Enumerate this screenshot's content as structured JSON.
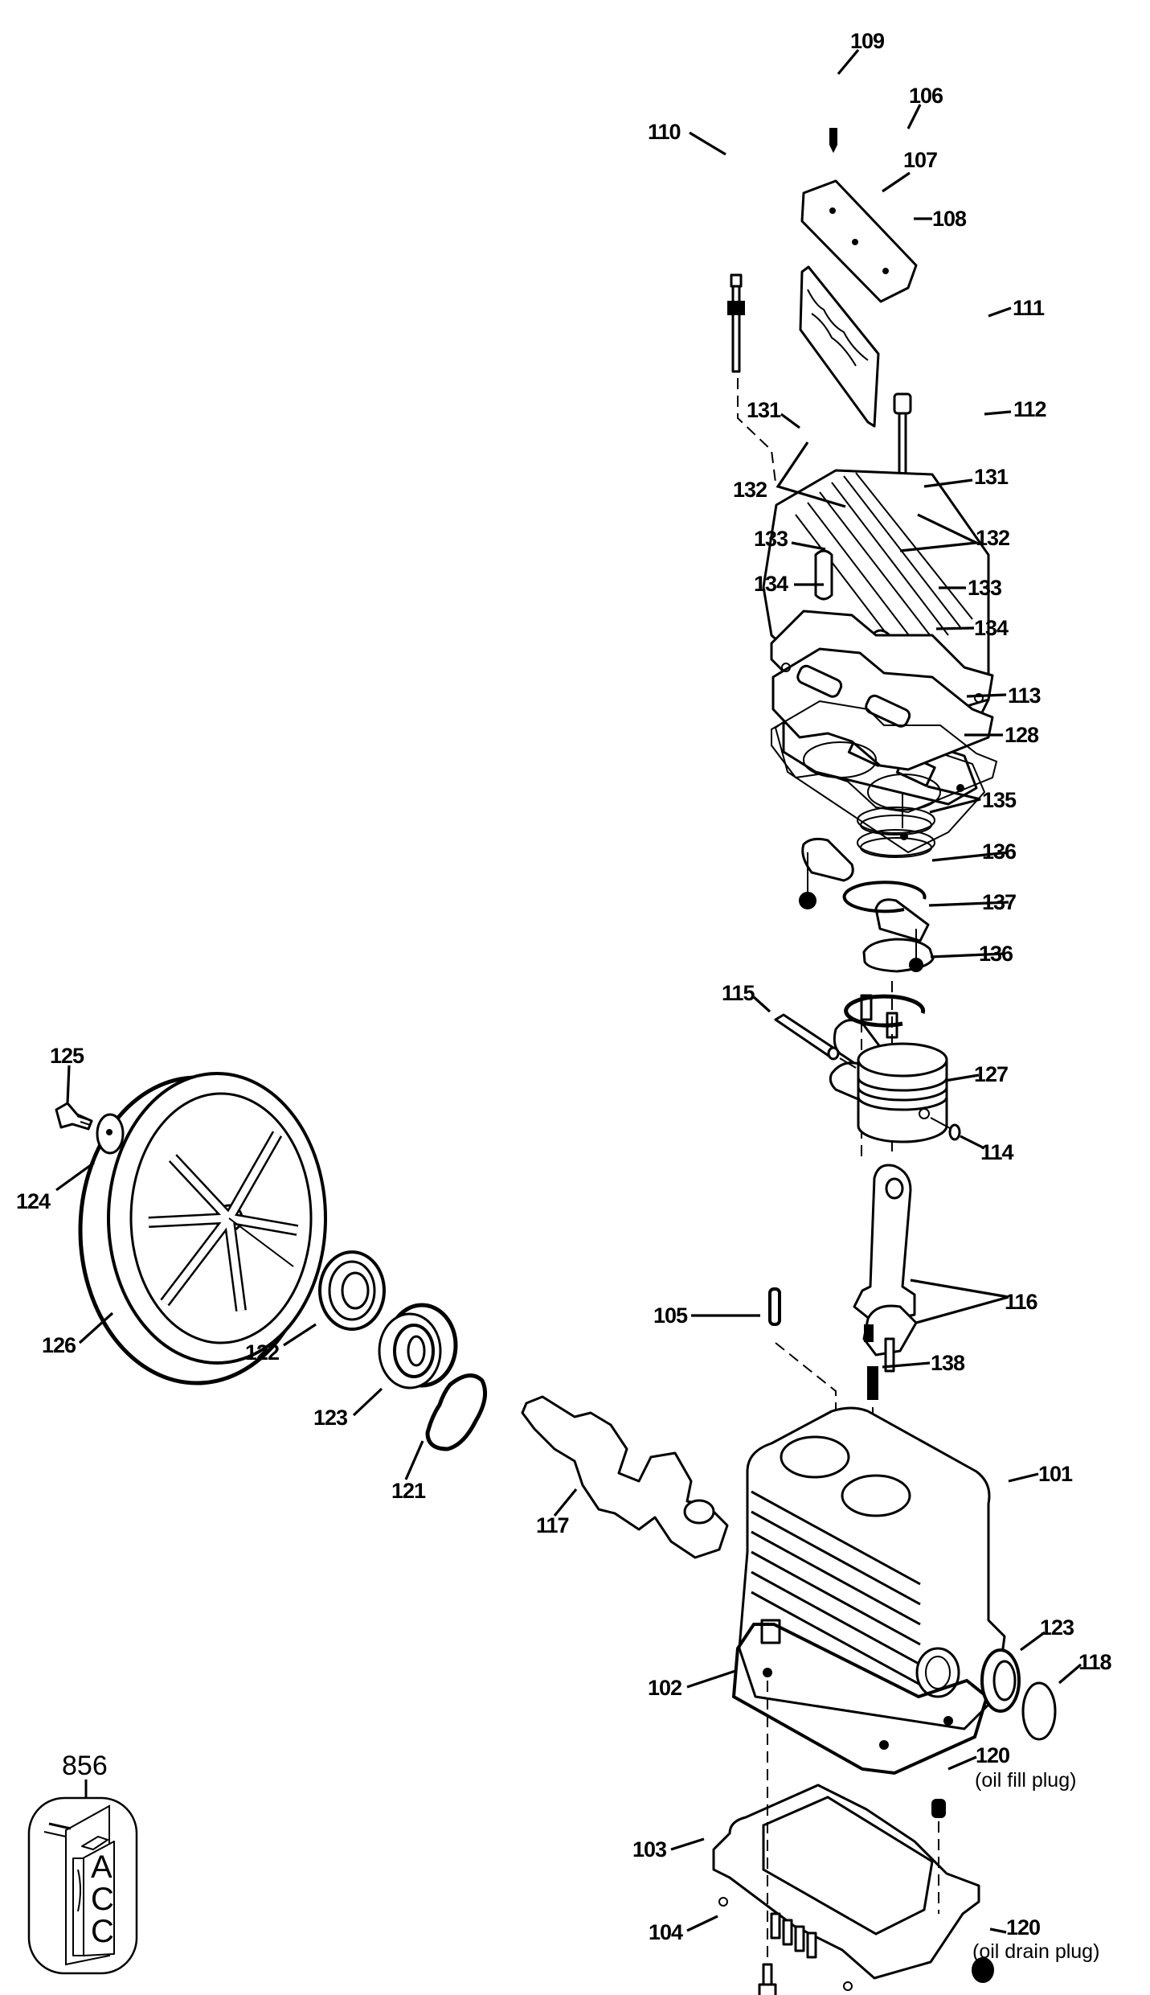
{
  "diagram": {
    "title": "Air compressor pump exploded parts diagram",
    "callouts": [
      {
        "id": "109",
        "label": "109"
      },
      {
        "id": "106",
        "label": "106"
      },
      {
        "id": "110",
        "label": "110"
      },
      {
        "id": "107",
        "label": "107"
      },
      {
        "id": "108",
        "label": "108"
      },
      {
        "id": "111",
        "label": "111"
      },
      {
        "id": "112",
        "label": "112"
      },
      {
        "id": "131a",
        "label": "131"
      },
      {
        "id": "131b",
        "label": "131"
      },
      {
        "id": "132a",
        "label": "132"
      },
      {
        "id": "132b",
        "label": "132"
      },
      {
        "id": "133a",
        "label": "133"
      },
      {
        "id": "133b",
        "label": "133"
      },
      {
        "id": "134a",
        "label": "134"
      },
      {
        "id": "134b",
        "label": "134"
      },
      {
        "id": "113",
        "label": "113"
      },
      {
        "id": "128",
        "label": "128"
      },
      {
        "id": "135",
        "label": "135"
      },
      {
        "id": "136a",
        "label": "136"
      },
      {
        "id": "137",
        "label": "137"
      },
      {
        "id": "136b",
        "label": "136"
      },
      {
        "id": "115",
        "label": "115"
      },
      {
        "id": "127",
        "label": "127"
      },
      {
        "id": "114",
        "label": "114"
      },
      {
        "id": "125",
        "label": "125"
      },
      {
        "id": "124",
        "label": "124"
      },
      {
        "id": "126",
        "label": "126"
      },
      {
        "id": "122",
        "label": "122"
      },
      {
        "id": "123a",
        "label": "123"
      },
      {
        "id": "121",
        "label": "121"
      },
      {
        "id": "117",
        "label": "117"
      },
      {
        "id": "105",
        "label": "105"
      },
      {
        "id": "116",
        "label": "116"
      },
      {
        "id": "138",
        "label": "138"
      },
      {
        "id": "101",
        "label": "101"
      },
      {
        "id": "123b",
        "label": "123"
      },
      {
        "id": "118",
        "label": "118"
      },
      {
        "id": "102",
        "label": "102"
      },
      {
        "id": "120a",
        "label": "120",
        "note": "(oil fill plug)"
      },
      {
        "id": "103",
        "label": "103"
      },
      {
        "id": "104",
        "label": "104"
      },
      {
        "id": "120b",
        "label": "120",
        "note": "(oil drain plug)"
      }
    ],
    "kit": {
      "number": "856",
      "letters": [
        "A",
        "C",
        "C"
      ]
    }
  }
}
